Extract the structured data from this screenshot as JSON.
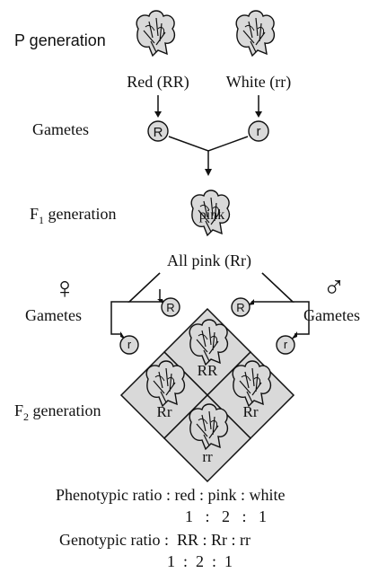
{
  "labels": {
    "p_generation": "P generation",
    "red_parent": "Red (RR)",
    "white_parent": "White (rr)",
    "gametes_top": "Gametes",
    "gamete_R_top": "R",
    "gamete_r_top": "r",
    "f1_generation_prefix": "F",
    "f1_generation_sub": "1",
    "f1_generation_suffix": " generation",
    "f1_overlay": "pink",
    "all_pink": "All pink (Rr)",
    "female_symbol": "♀",
    "male_symbol": "♂",
    "gametes_left": "Gametes",
    "gametes_right": "Gametes",
    "gamete_R_left": "R",
    "gamete_r_left": "r",
    "gamete_R_right": "R",
    "gamete_r_right": "r",
    "f2_generation_prefix": "F",
    "f2_generation_sub": "2",
    "f2_generation_suffix": " generation"
  },
  "punnett": {
    "top": "RR",
    "left": "Rr",
    "right": "Rr",
    "bottom": "rr"
  },
  "ratios": {
    "phenotypic_label": "Phenotypic ratio : red : pink : white",
    "phenotypic_values": "1   :   2   :   1",
    "genotypic_label": "Genotypic ratio :  RR : Rr : rr",
    "genotypic_values": "1  :  2  :  1"
  },
  "colors": {
    "line": "#111111",
    "cell_fill": "#d9d9d9",
    "circle_fill": "#d9d9d9"
  },
  "icon_names": [
    "flower-icon"
  ]
}
